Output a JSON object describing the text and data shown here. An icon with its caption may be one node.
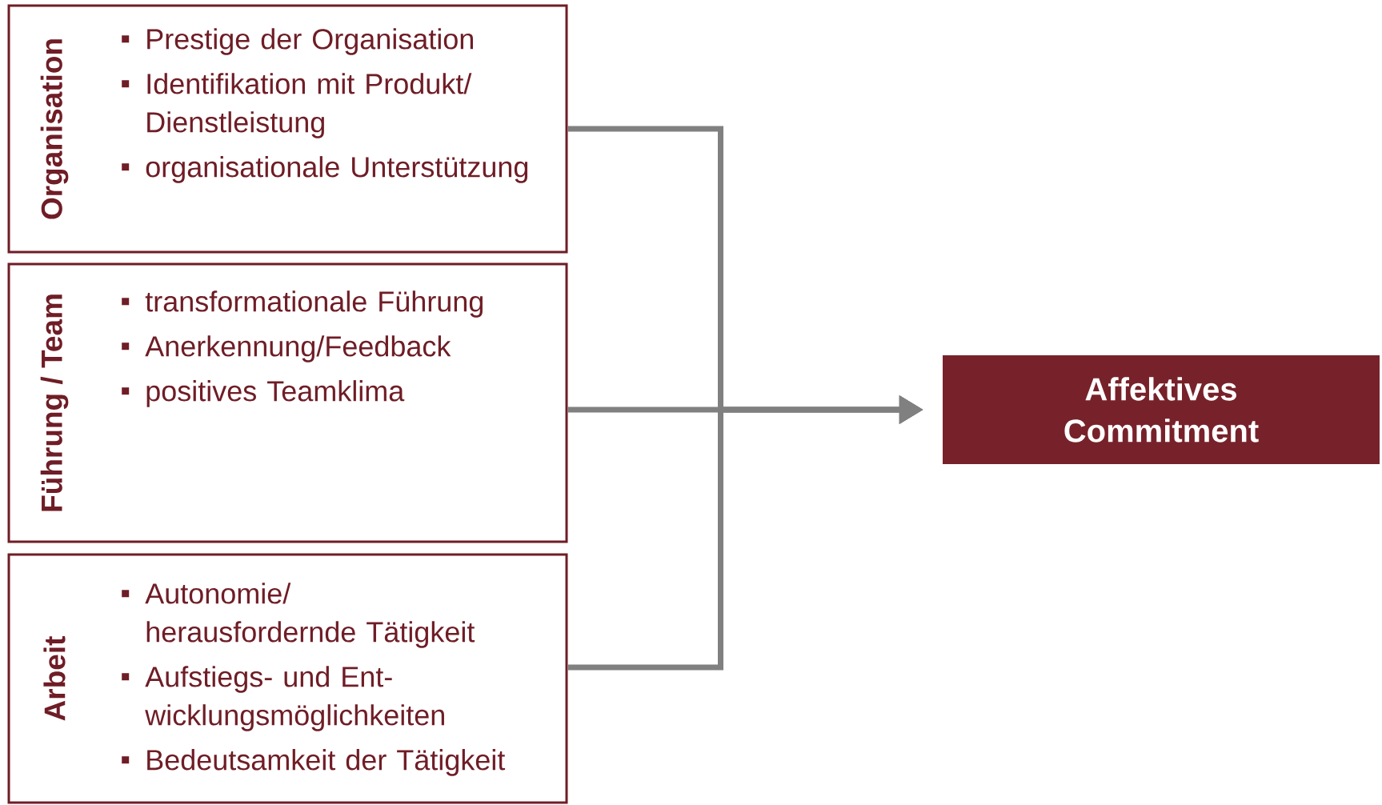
{
  "diagram": {
    "nodes": [
      {
        "text": [
          "Organisation",
          "Prestige der Organisation",
          "Identifikation mit Produkt/ Dienstleistung",
          "organisationale Unterstützung"
        ]
      },
      {
        "text": [
          "Führung / Team",
          "transformationale Führung",
          "Anerkennung/Feedback",
          "positives Teamklima"
        ]
      },
      {
        "text": [
          "Arbeit",
          "Autonomie/ herausfordernde Tätigkeit",
          "Aufstiegs- und Ent- wicklungsmöglichkeiten",
          "Bedeutsamkeit der Tätigkeit"
        ]
      },
      {
        "text": [
          "Affektives Commitment"
        ]
      }
    ],
    "edges": [
      {
        "from": 0,
        "to": 3,
        "arrow": "to"
      },
      {
        "from": 1,
        "to": 3,
        "arrow": "to"
      },
      {
        "from": 2,
        "to": 3,
        "arrow": "to"
      }
    ]
  }
}
